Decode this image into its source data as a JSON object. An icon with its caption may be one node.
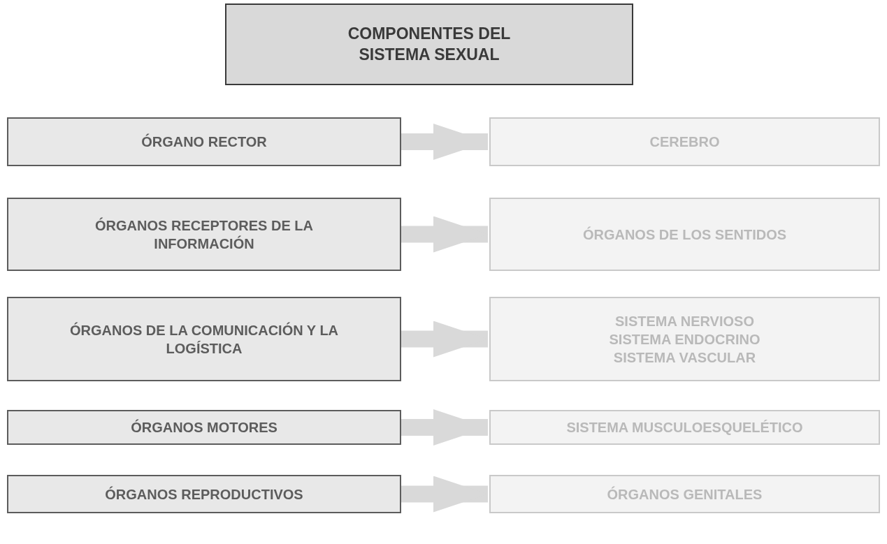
{
  "diagram": {
    "nodes": [
      {
        "text": [
          "COMPONENTES DEL SISTEMA SEXUAL"
        ]
      },
      {
        "text": [
          "ÓRGANO RECTOR"
        ]
      },
      {
        "text": [
          "CEREBRO"
        ]
      },
      {
        "text": [
          "ÓRGANOS RECEPTORES DE LA INFORMACIÓN"
        ]
      },
      {
        "text": [
          "ÓRGANOS DE LOS SENTIDOS"
        ]
      },
      {
        "text": [
          "ÓRGANOS DE LA COMUNICACIÓN Y LA LOGÍSTICA"
        ]
      },
      {
        "text": [
          "SISTEMA NERVIOSO",
          "SISTEMA ENDOCRINO",
          "SISTEMA VASCULAR"
        ]
      },
      {
        "text": [
          "ÓRGANOS MOTORES"
        ]
      },
      {
        "text": [
          "SISTEMA MUSCULOESQUELÉTICO"
        ]
      },
      {
        "text": [
          "ÓRGANOS REPRODUCTIVOS"
        ]
      },
      {
        "text": [
          "ÓRGANOS GENITALES"
        ]
      }
    ],
    "edges": [
      {
        "from": 1,
        "to": 2,
        "arrow": "to"
      },
      {
        "from": 3,
        "to": 4,
        "arrow": "to"
      },
      {
        "from": 5,
        "to": 6,
        "arrow": "to"
      },
      {
        "from": 7,
        "to": 8,
        "arrow": "to"
      },
      {
        "from": 9,
        "to": 10,
        "arrow": "to"
      }
    ]
  }
}
